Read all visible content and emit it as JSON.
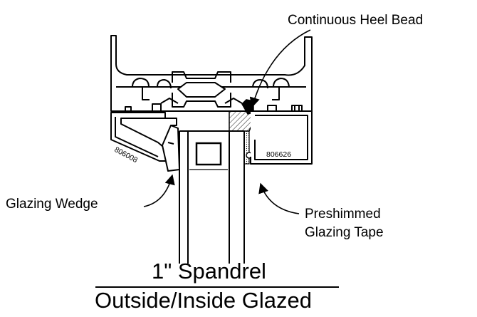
{
  "labels": {
    "continuous_heel_bead": "Continuous Heel Bead",
    "glazing_wedge": "Glazing Wedge",
    "preshimmed_line1": "Preshimmed",
    "preshimmed_line2": "Glazing Tape"
  },
  "part_numbers": {
    "left_extrusion": "806008",
    "right_extrusion": "806626"
  },
  "title": "1\" Spandrel",
  "subtitle": "Outside/Inside Glazed",
  "colors": {
    "line": "#000000",
    "background": "#ffffff"
  }
}
